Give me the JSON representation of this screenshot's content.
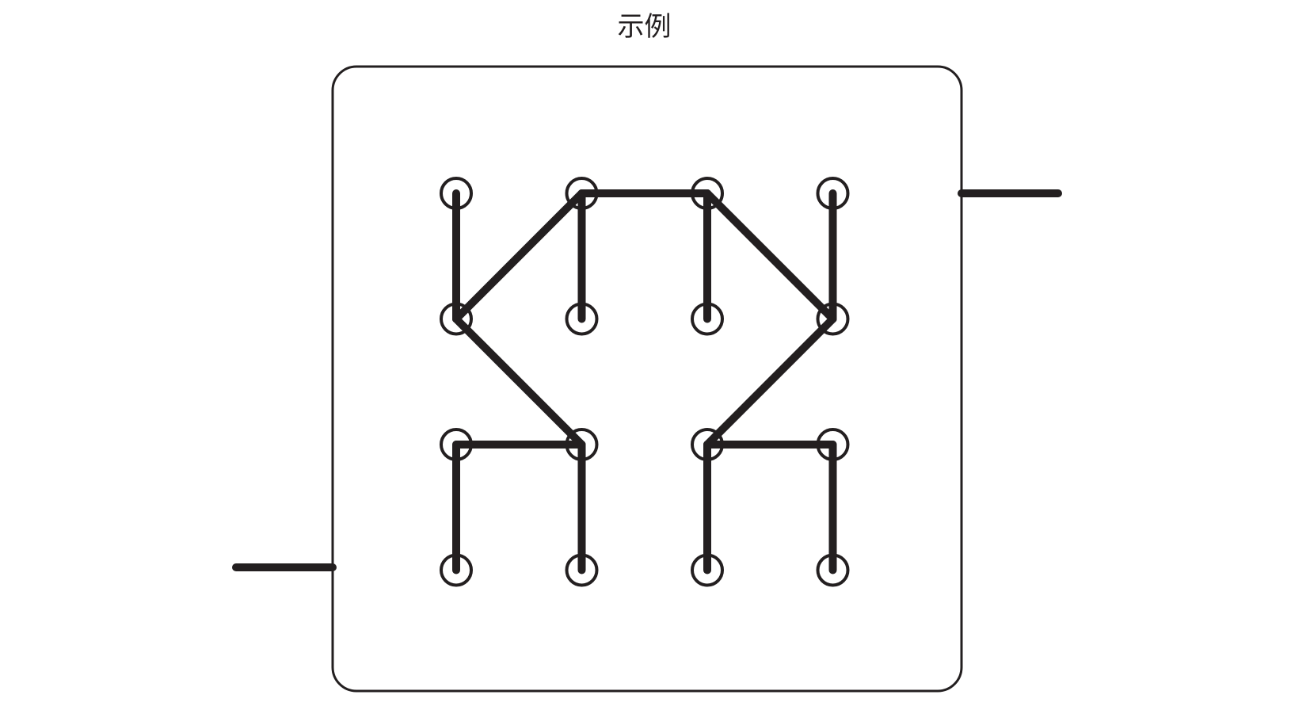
{
  "title": "示例",
  "colors": {
    "stroke": "#231f20",
    "background": "#ffffff"
  },
  "grid": {
    "rows": 4,
    "cols": 4
  },
  "connections": [
    [
      [
        0,
        0
      ],
      [
        1,
        0
      ]
    ],
    [
      [
        0,
        1
      ],
      [
        1,
        1
      ]
    ],
    [
      [
        0,
        2
      ],
      [
        1,
        2
      ]
    ],
    [
      [
        0,
        3
      ],
      [
        1,
        3
      ]
    ],
    [
      [
        1,
        0
      ],
      [
        0,
        1
      ]
    ],
    [
      [
        0,
        1
      ],
      [
        0,
        2
      ]
    ],
    [
      [
        0,
        2
      ],
      [
        1,
        3
      ]
    ],
    [
      [
        1,
        0
      ],
      [
        2,
        1
      ]
    ],
    [
      [
        1,
        3
      ],
      [
        2,
        2
      ]
    ],
    [
      [
        2,
        0
      ],
      [
        2,
        1
      ]
    ],
    [
      [
        2,
        2
      ],
      [
        2,
        3
      ]
    ],
    [
      [
        2,
        0
      ],
      [
        3,
        0
      ]
    ],
    [
      [
        2,
        1
      ],
      [
        3,
        1
      ]
    ],
    [
      [
        2,
        2
      ],
      [
        3,
        2
      ]
    ],
    [
      [
        2,
        3
      ],
      [
        3,
        3
      ]
    ]
  ]
}
